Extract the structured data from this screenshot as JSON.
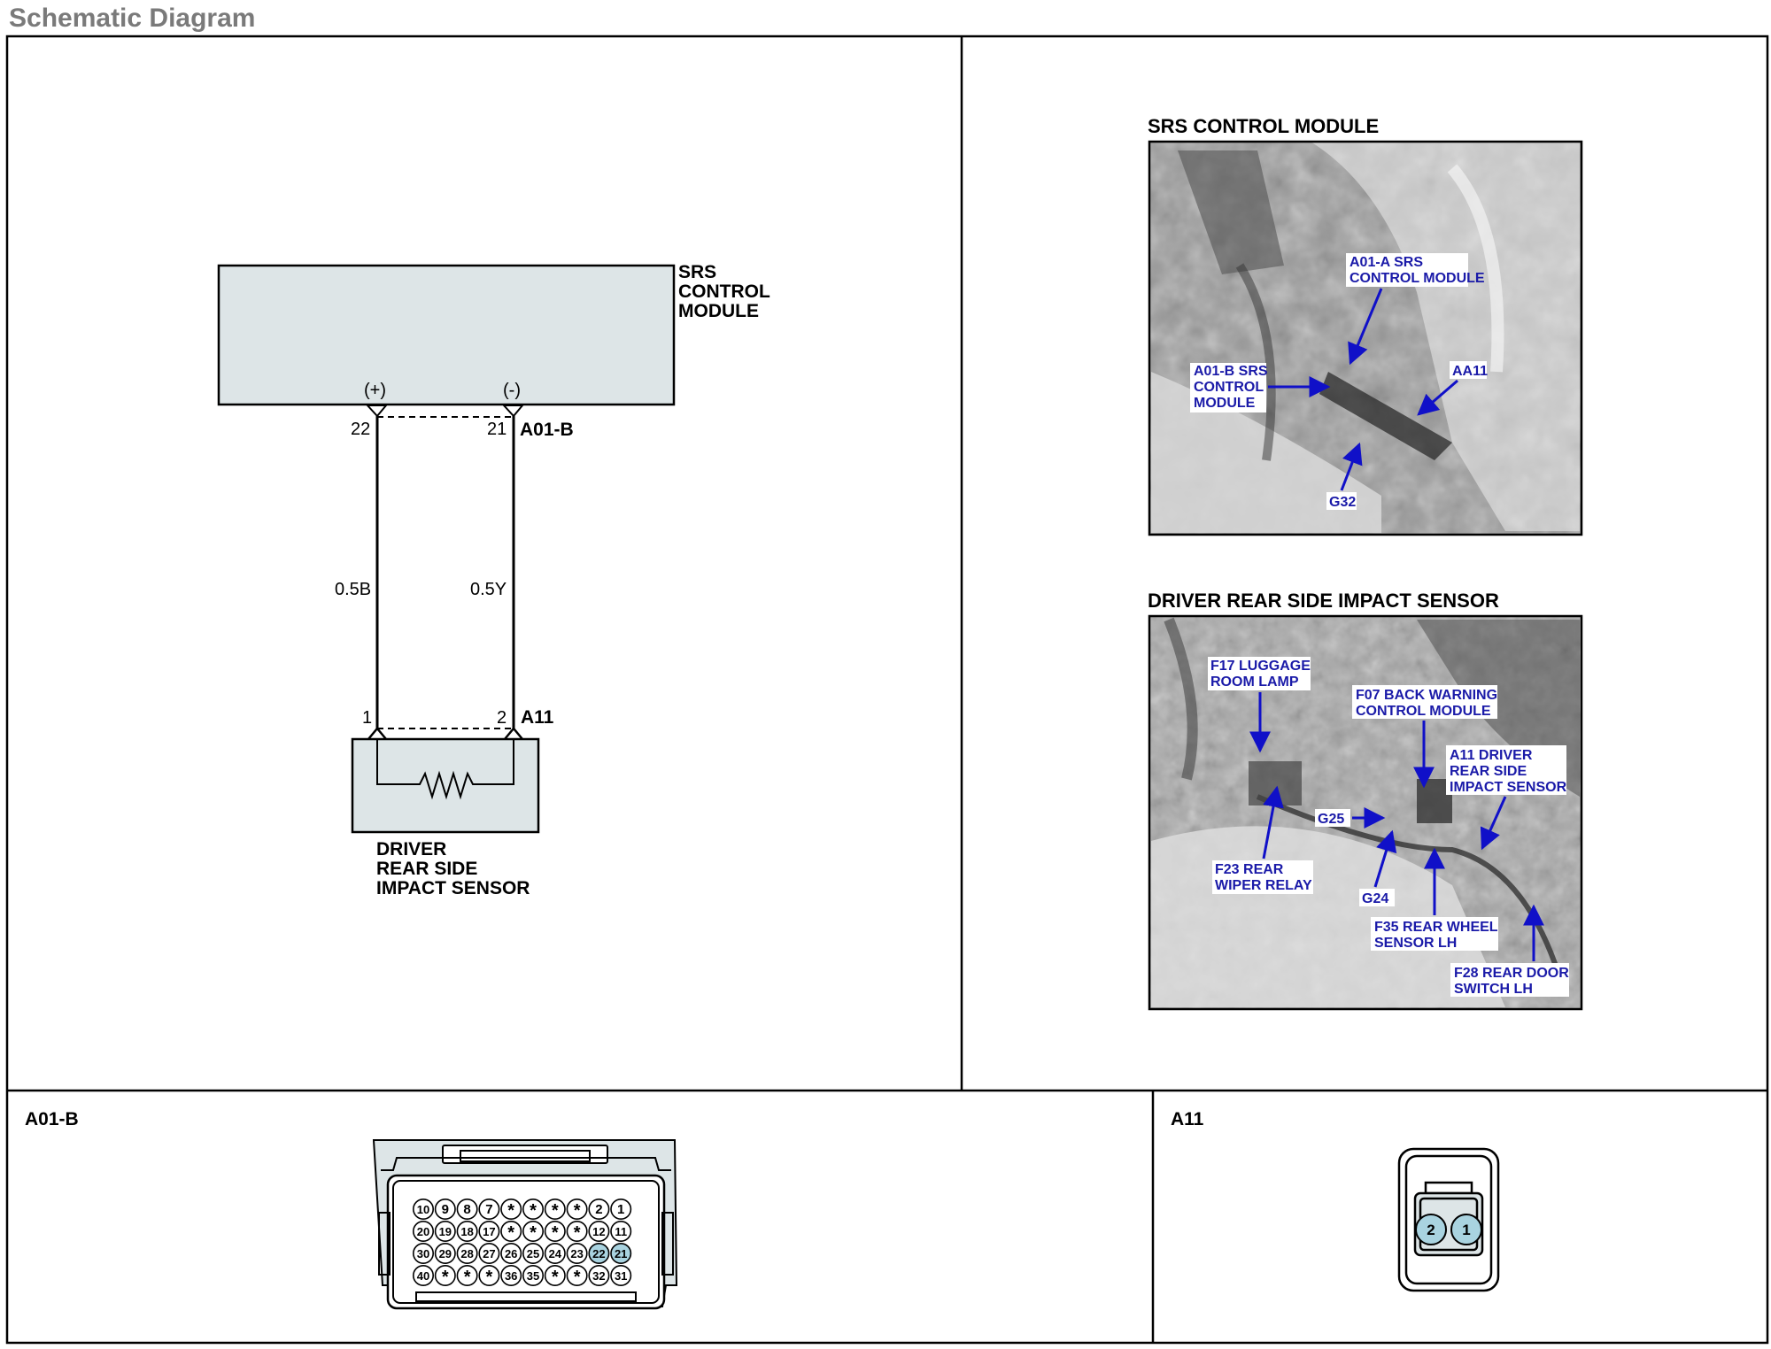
{
  "page": {
    "title": "Schematic Diagram"
  },
  "schematic": {
    "module": {
      "name_lines": [
        "SRS",
        "CONTROL",
        "MODULE"
      ],
      "plus": "(+)",
      "minus": "(-)",
      "pin_left": "22",
      "pin_right": "21",
      "connector": "A01-B"
    },
    "wires": {
      "left": "0.5B",
      "right": "0.5Y"
    },
    "sensor": {
      "pin_left": "1",
      "pin_right": "2",
      "connector": "A11",
      "name_lines": [
        "DRIVER",
        "REAR SIDE",
        "IMPACT SENSOR"
      ]
    }
  },
  "photo1": {
    "title": "SRS CONTROL MODULE",
    "callouts": {
      "a01a": [
        "A01-A SRS",
        "CONTROL MODULE"
      ],
      "a01b": [
        "A01-B SRS",
        "CONTROL",
        "MODULE"
      ],
      "aa11": [
        "AA11"
      ],
      "g32": [
        "G32"
      ]
    }
  },
  "photo2": {
    "title": "DRIVER REAR SIDE IMPACT SENSOR",
    "callouts": {
      "f17": [
        "F17 LUGGAGE",
        "ROOM LAMP"
      ],
      "f07": [
        "F07 BACK WARNING",
        "CONTROL MODULE"
      ],
      "a11": [
        "A11 DRIVER",
        "REAR SIDE",
        "IMPACT SENSOR"
      ],
      "g25": [
        "G25"
      ],
      "f23": [
        "F23 REAR",
        "WIPER RELAY"
      ],
      "g24": [
        "G24"
      ],
      "f35": [
        "F35 REAR WHEEL",
        "SENSOR LH"
      ],
      "f28": [
        "F28 REAR DOOR",
        "SWITCH LH"
      ]
    }
  },
  "connector_a01b": {
    "label": "A01-B",
    "rows": [
      [
        "10",
        "9",
        "8",
        "7",
        "*",
        "*",
        "*",
        "*",
        "2",
        "1"
      ],
      [
        "20",
        "19",
        "18",
        "17",
        "*",
        "*",
        "*",
        "*",
        "12",
        "11"
      ],
      [
        "30",
        "29",
        "28",
        "27",
        "26",
        "25",
        "24",
        "23",
        "22",
        "21"
      ],
      [
        "40",
        "*",
        "*",
        "*",
        "36",
        "35",
        "*",
        "*",
        "32",
        "31"
      ]
    ],
    "highlighted": [
      "22",
      "21"
    ]
  },
  "connector_a11": {
    "label": "A11",
    "pins": [
      "2",
      "1"
    ]
  },
  "colors": {
    "module_fill": "#dde5e7",
    "pin_highlight": "#a9d3e0",
    "callout_text": "#1a1aa8",
    "callout_arrow": "#1010c8"
  }
}
